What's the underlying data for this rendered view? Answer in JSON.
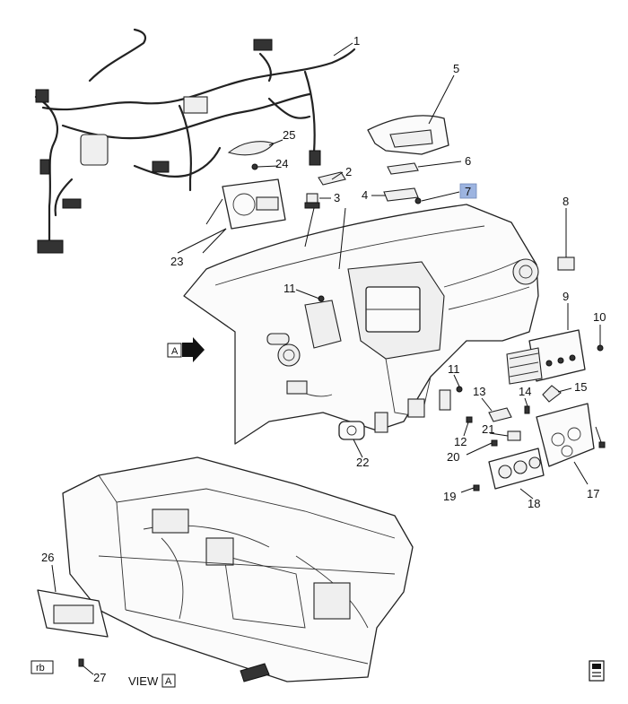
{
  "callouts": [
    {
      "id": "1",
      "label": "1"
    },
    {
      "id": "2",
      "label": "2"
    },
    {
      "id": "3",
      "label": "3"
    },
    {
      "id": "4",
      "label": "4"
    },
    {
      "id": "5",
      "label": "5"
    },
    {
      "id": "6",
      "label": "6"
    },
    {
      "id": "7",
      "label": "7",
      "highlight": "#9db4e0"
    },
    {
      "id": "8",
      "label": "8"
    },
    {
      "id": "9",
      "label": "9"
    },
    {
      "id": "10",
      "label": "10"
    },
    {
      "id": "11a",
      "label": "11"
    },
    {
      "id": "11b",
      "label": "11"
    },
    {
      "id": "12",
      "label": "12"
    },
    {
      "id": "13",
      "label": "13"
    },
    {
      "id": "14",
      "label": "14"
    },
    {
      "id": "15",
      "label": "15"
    },
    {
      "id": "17",
      "label": "17"
    },
    {
      "id": "18",
      "label": "18"
    },
    {
      "id": "19",
      "label": "19"
    },
    {
      "id": "20",
      "label": "20"
    },
    {
      "id": "21",
      "label": "21"
    },
    {
      "id": "22",
      "label": "22"
    },
    {
      "id": "23",
      "label": "23"
    },
    {
      "id": "24",
      "label": "24"
    },
    {
      "id": "25",
      "label": "25"
    },
    {
      "id": "26",
      "label": "26"
    },
    {
      "id": "27",
      "label": "27"
    }
  ],
  "view_marker": {
    "letter": "A"
  },
  "view_label": {
    "prefix": "VIEW",
    "letter": "A"
  },
  "rb_tag": "rb",
  "corner_icon": "service-manual-book-icon",
  "colors": {
    "line": "#222222",
    "highlight": "#9db4e0",
    "background": "#ffffff"
  }
}
